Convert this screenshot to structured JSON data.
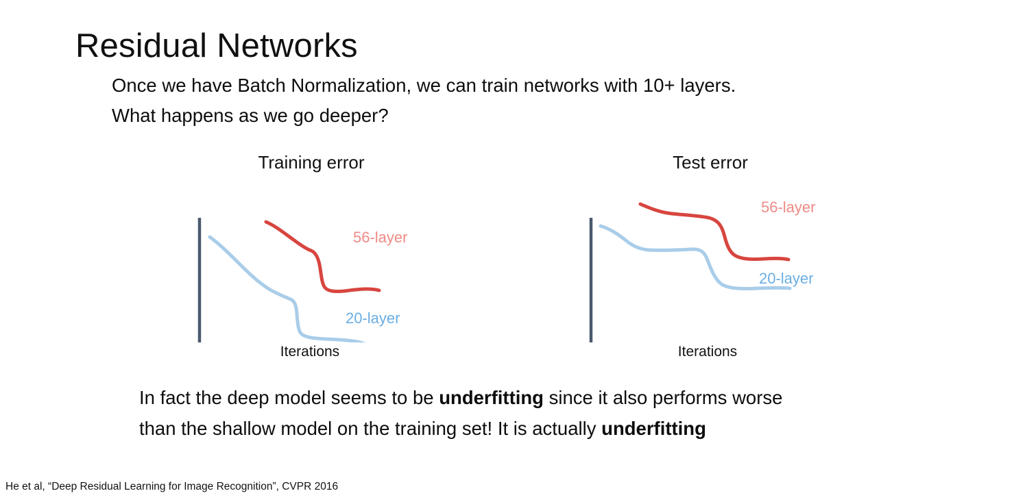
{
  "slide": {
    "title": "Residual Networks",
    "intro_lines": [
      "Once we have Batch Normalization, we can train networks with 10+ layers.",
      "What happens as we go deeper?"
    ],
    "conclusion": {
      "line1_a": "In fact the deep model seems to be ",
      "line1_bold": "underfitting",
      "line1_b": " since it also performs worse",
      "line2_a": "than the shallow model on the training set! It is actually ",
      "line2_bold": "underfitting"
    },
    "citation": "He et al, “Deep Residual Learning for Image Recognition”, CVPR 2016"
  },
  "colors": {
    "axis": "#4a5a6e",
    "curve_56_layer": "#d8453f",
    "curve_20_layer": "#a9cde9",
    "label_56_layer": "#ee8a85",
    "label_20_layer": "#6aaee4",
    "text": "#0d0d0d"
  },
  "chart_data": [
    {
      "type": "line",
      "title": "Training error",
      "xlabel": "Iterations",
      "ylabel": "",
      "grid": false,
      "legend_position": "inline-right",
      "annotations": [
        "56-layer",
        "20-layer"
      ],
      "axis_ranges": {
        "x": [
          0,
          100
        ],
        "y": [
          0,
          100
        ]
      },
      "series": [
        {
          "name": "56-layer",
          "color": "#d8453f",
          "points": [
            [
              32,
              97
            ],
            [
              38,
              93
            ],
            [
              45,
              89
            ],
            [
              52,
              85
            ],
            [
              58,
              80
            ],
            [
              62,
              70
            ],
            [
              65,
              56
            ],
            [
              68,
              46
            ],
            [
              72,
              43
            ],
            [
              80,
              39
            ],
            [
              88,
              35
            ],
            [
              95,
              33
            ]
          ]
        },
        {
          "name": "20-layer",
          "color": "#a9cde9",
          "points": [
            [
              4,
              88
            ],
            [
              10,
              78
            ],
            [
              18,
              68
            ],
            [
              27,
              60
            ],
            [
              36,
              54
            ],
            [
              44,
              50
            ],
            [
              50,
              48
            ],
            [
              53,
              38
            ],
            [
              55,
              26
            ],
            [
              58,
              22
            ],
            [
              68,
              19
            ],
            [
              80,
              17
            ],
            [
              90,
              14
            ],
            [
              95,
              12
            ]
          ]
        }
      ]
    },
    {
      "type": "line",
      "title": "Test error",
      "xlabel": "Iterations",
      "ylabel": "",
      "grid": false,
      "legend_position": "inline-right",
      "annotations": [
        "56-layer",
        "20-layer"
      ],
      "axis_ranges": {
        "x": [
          0,
          100
        ],
        "y": [
          0,
          100
        ]
      },
      "series": [
        {
          "name": "56-layer",
          "color": "#d8453f",
          "points": [
            [
              28,
              97
            ],
            [
              36,
              93
            ],
            [
              48,
              91
            ],
            [
              58,
              90
            ],
            [
              64,
              87
            ],
            [
              67,
              76
            ],
            [
              70,
              62
            ],
            [
              75,
              57
            ],
            [
              84,
              56
            ],
            [
              92,
              56
            ],
            [
              98,
              56
            ]
          ]
        },
        {
          "name": "20-layer",
          "color": "#a9cde9",
          "points": [
            [
              5,
              86
            ],
            [
              12,
              82
            ],
            [
              18,
              76
            ],
            [
              26,
              72
            ],
            [
              36,
              71
            ],
            [
              46,
              71
            ],
            [
              54,
              70
            ],
            [
              58,
              62
            ],
            [
              62,
              50
            ],
            [
              67,
              45
            ],
            [
              76,
              44
            ],
            [
              86,
              44
            ],
            [
              96,
              44
            ]
          ]
        }
      ]
    }
  ]
}
